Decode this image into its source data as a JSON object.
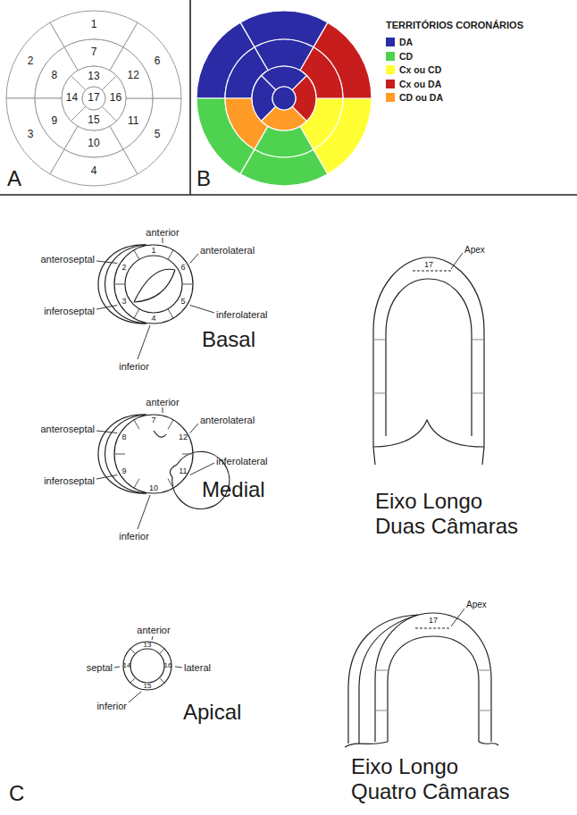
{
  "diagram": {
    "labels": [
      "1",
      "2",
      "3",
      "4",
      "5",
      "6",
      "7",
      "8",
      "9",
      "10",
      "11",
      "12",
      "13",
      "14",
      "15",
      "16",
      "17",
      "A",
      "B",
      "TERRITÓRIOS CORONÁRIOS",
      "anterior",
      "1",
      "anterolateral",
      "6",
      "anteroseptal",
      "2",
      "inferoseptal",
      "3",
      "inferolateral",
      "5",
      "inferior",
      "4",
      "Basal",
      "anterior",
      "7",
      "anterolateral",
      "12",
      "anteroseptal",
      "8",
      "inferoseptal",
      "9",
      "inferolateral",
      "11",
      "inferior",
      "10",
      "Medial",
      "anterior",
      "13",
      "septal",
      "14",
      "lateral",
      "16",
      "inferior",
      "15",
      "Apical",
      "17",
      "Apex",
      "Eixo Longo Duas Câmaras",
      "17",
      "Apex",
      "Eixo Longo Quatro Câmaras",
      "C"
    ],
    "legend": [
      {
        "text": "DA",
        "color": "#2b2ba6"
      },
      {
        "text": "CD",
        "color": "#4fd24f"
      },
      {
        "text": "Cx ou CD",
        "color": "#ffff33"
      },
      {
        "text": "Cx ou DA",
        "color": "#c81d1d"
      },
      {
        "text": "CD ou DA",
        "color": "#ff9b26"
      }
    ]
  }
}
